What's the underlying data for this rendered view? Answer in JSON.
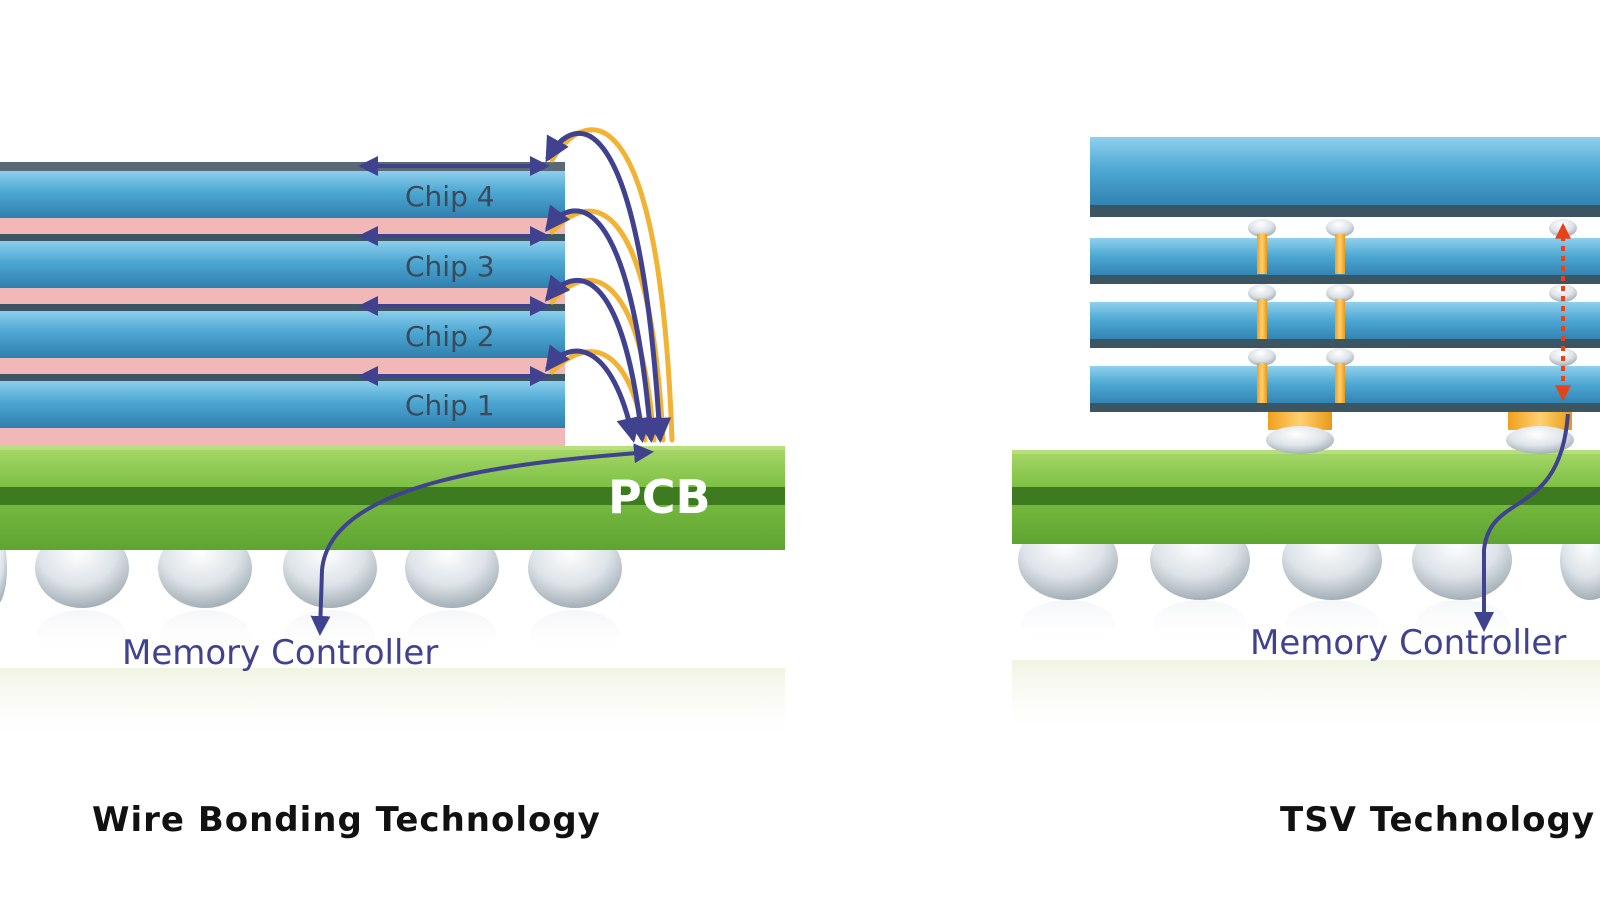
{
  "wire_bonding": {
    "chips": [
      "Chip 1",
      "Chip 2",
      "Chip 3",
      "Chip 4"
    ],
    "pcb_label": "PCB",
    "controller_label": "Memory Controller",
    "caption": "Wire Bonding Technology"
  },
  "tsv": {
    "controller_label": "Memory Controller",
    "caption": "TSV Technology"
  },
  "colors": {
    "chip_blue": "#4aa3cf",
    "chip_edge": "#3c5563",
    "adhesive_pink": "#f2b8b8",
    "pcb_green": "#7bc043",
    "pcb_dark": "#3e7a1f",
    "wire_navy": "#40428f",
    "wire_gold": "#f2b233",
    "tsv_orange": "#f5a623",
    "signal_red": "#e8421a"
  }
}
